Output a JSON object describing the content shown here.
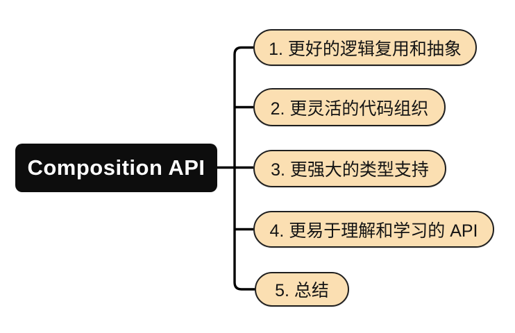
{
  "diagram": {
    "type": "mindmap",
    "root": {
      "label": "Composition API"
    },
    "branches": [
      {
        "label": "1. 更好的逻辑复用和抽象"
      },
      {
        "label": "2. 更灵活的代码组织"
      },
      {
        "label": "3. 更强大的类型支持"
      },
      {
        "label": "4. 更易于理解和学习的 API"
      },
      {
        "label": "5. 总结"
      }
    ],
    "colors": {
      "canvas_bg": "#ffffff",
      "root_bg": "#0d0d0d",
      "root_text": "#ffffff",
      "branch_bg": "#fbdfb2",
      "branch_border": "#1f1f1f",
      "branch_text": "#141414",
      "connector": "#000000"
    }
  }
}
